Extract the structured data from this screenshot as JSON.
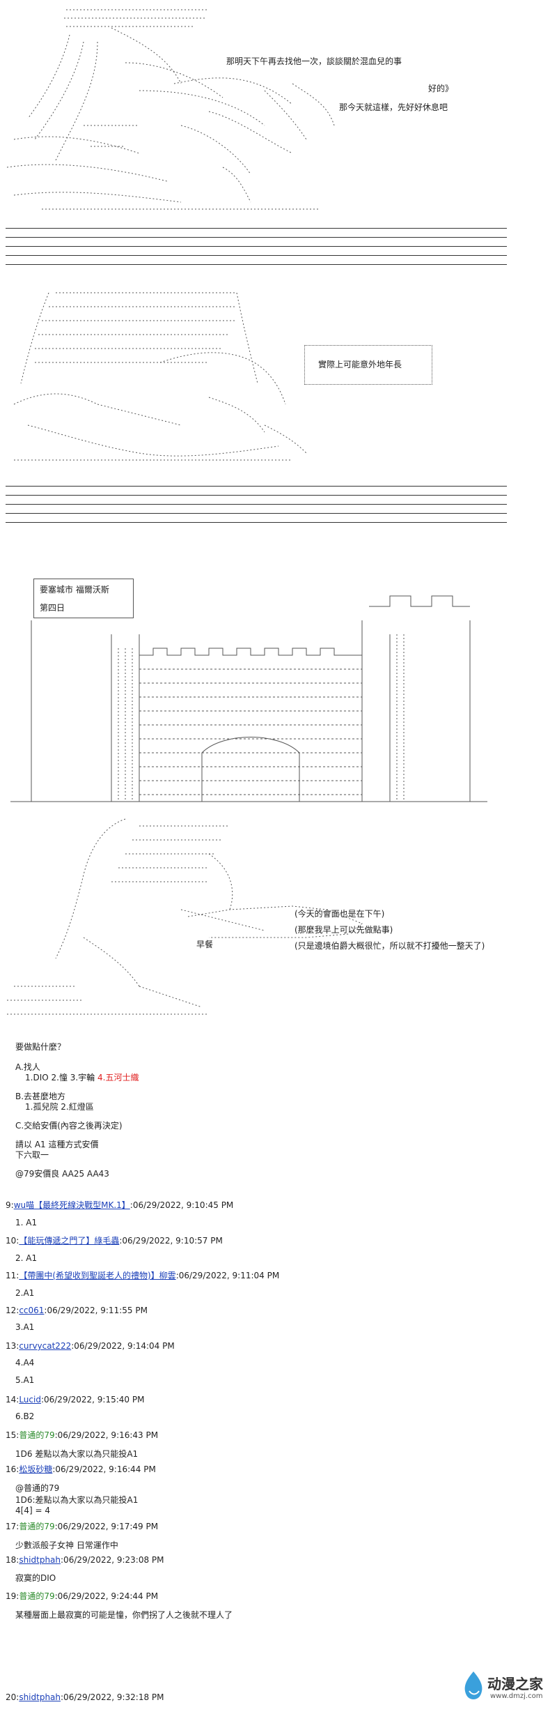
{
  "scene1": {
    "lines": [
      "那明天下午再去找他一次，談談關於混血兒的事",
      "好的》",
      "那今天就這樣，先好好休息吧"
    ]
  },
  "scene2": {
    "note": "實際上可能意外地年長"
  },
  "scene3": {
    "location_lines": [
      "要塞城市 福爾沃斯",
      "第四日"
    ],
    "sign": "早餐"
  },
  "scene4": {
    "lines": [
      "(今天的會面也是在下午)",
      "(那麼我早上可以先做點事)",
      "(只是邊境伯爵大概很忙，所以就不打擾他一整天了)"
    ]
  },
  "menu": {
    "question": "要做點什麼？",
    "a_title": "A.找人",
    "a_options": "1.DIO 2.憧 3.宇輪",
    "a_options_red": "4.五河士織",
    "b_title": "B.去甚麼地方",
    "b_options": "1.孤兒院 2.紅燈區",
    "c_title": "C.交給安價(內容之後再決定)",
    "vote_1": "請以 A1 這種方式安價",
    "vote_2": "下六取一",
    "anchor": "@79安價良 AA25 AA43"
  },
  "posts": [
    {
      "num": "9:",
      "name": "wu喵【最終死線決戰型MK.1】",
      "kind": "link",
      "time": ":06/29/2022, 9:10:45 PM",
      "body": [
        "1. A1"
      ]
    },
    {
      "num": "10:",
      "name": "【能玩傳遞之門了】綠毛蟲",
      "kind": "link",
      "time": ":06/29/2022, 9:10:57 PM",
      "body": [
        "2. A1"
      ]
    },
    {
      "num": "11:",
      "name": "【帶團中(希望收到聖誕老人的禮物)】柳雲",
      "kind": "link",
      "time": ":06/29/2022, 9:11:04 PM",
      "body": [
        "2.A1"
      ]
    },
    {
      "num": "12:",
      "name": "cc061",
      "kind": "link",
      "time": ":06/29/2022, 9:11:55 PM",
      "body": [
        "3.A1"
      ]
    },
    {
      "num": "13:",
      "name": "curvycat222",
      "kind": "link",
      "time": ":06/29/2022, 9:14:04 PM",
      "body": [
        "4.A4"
      ]
    },
    {
      "num": "",
      "name": "",
      "kind": "none",
      "time": "",
      "body": [
        "5.A1"
      ]
    },
    {
      "num": "14:",
      "name": "Lucid",
      "kind": "link",
      "time": ":06/29/2022, 9:15:40 PM",
      "body": [
        "6.B2"
      ]
    },
    {
      "num": "15:",
      "name": "普通的79",
      "kind": "green",
      "time": ":06/29/2022, 9:16:43 PM",
      "body": [
        "1D6 差點以為大家以為只能投A1"
      ]
    },
    {
      "num": "16:",
      "name": "松坂砂糖",
      "kind": "link",
      "time": ":06/29/2022, 9:16:44 PM",
      "body": [
        "@普通的79",
        "1D6:差點以為大家以為只能投A1",
        "4[4] = 4"
      ]
    },
    {
      "num": "17:",
      "name": "普通的79",
      "kind": "green",
      "time": ":06/29/2022, 9:17:49 PM",
      "body": [
        "少數派般子女神 日常運作中"
      ]
    },
    {
      "num": "18:",
      "name": "shidtphah",
      "kind": "link",
      "time": ":06/29/2022, 9:23:08 PM",
      "body": [
        "寂寞的DIO"
      ]
    },
    {
      "num": "19:",
      "name": "普通的79",
      "kind": "green",
      "time": ":06/29/2022, 9:24:44 PM",
      "body": [
        "某種層面上最寂寞的可能是憧，你們拐了人之後就不理人了"
      ]
    },
    {
      "num": "20:",
      "name": "shidtphah",
      "kind": "link",
      "time": ":06/29/2022, 9:32:18 PM",
      "body": []
    }
  ],
  "watermark": {
    "text": "动漫之家",
    "url": "www.dmzj.com"
  }
}
